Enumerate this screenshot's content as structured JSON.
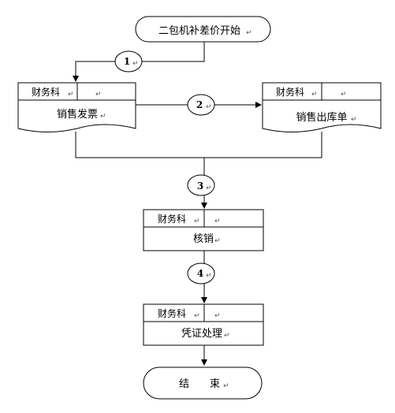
{
  "start": {
    "label": "二包机补差价开始"
  },
  "end": {
    "label": "结　　束"
  },
  "steps": [
    "1",
    "2",
    "3",
    "4"
  ],
  "documents": {
    "left": {
      "dept": "财务科",
      "doc": "销售发票"
    },
    "right": {
      "dept": "财务科",
      "doc": "销售出库单"
    }
  },
  "processes": {
    "verify": {
      "dept": "财务科",
      "label": "核销"
    },
    "voucher": {
      "dept": "财务科",
      "label": "凭证处理"
    }
  },
  "return_mark": "↵"
}
